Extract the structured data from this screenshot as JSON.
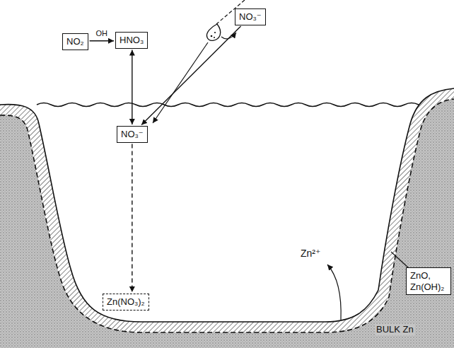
{
  "diagram": {
    "nodes": [
      {
        "text": [
          "NO₂"
        ]
      },
      {
        "text": [
          "HNO₃"
        ]
      },
      {
        "text": [
          "NO₃⁻"
        ]
      },
      {
        "text": [
          "NO₃⁻"
        ]
      },
      {
        "text": [
          "ZnO, Zn(OH)₂"
        ]
      },
      {
        "text": [
          "Zn(NO₃)₂"
        ]
      }
    ],
    "edges": [
      {
        "from": 0,
        "to": 1,
        "label": "OH",
        "arrow": "to"
      },
      {
        "from": 1,
        "to": 3,
        "arrow": "both"
      },
      {
        "from": 2,
        "to": 3,
        "arrow": "to"
      },
      {
        "from": 3,
        "to": 5,
        "arrow": "to"
      }
    ],
    "labels": [
      "Zn²⁺",
      "BULK Zn"
    ]
  }
}
